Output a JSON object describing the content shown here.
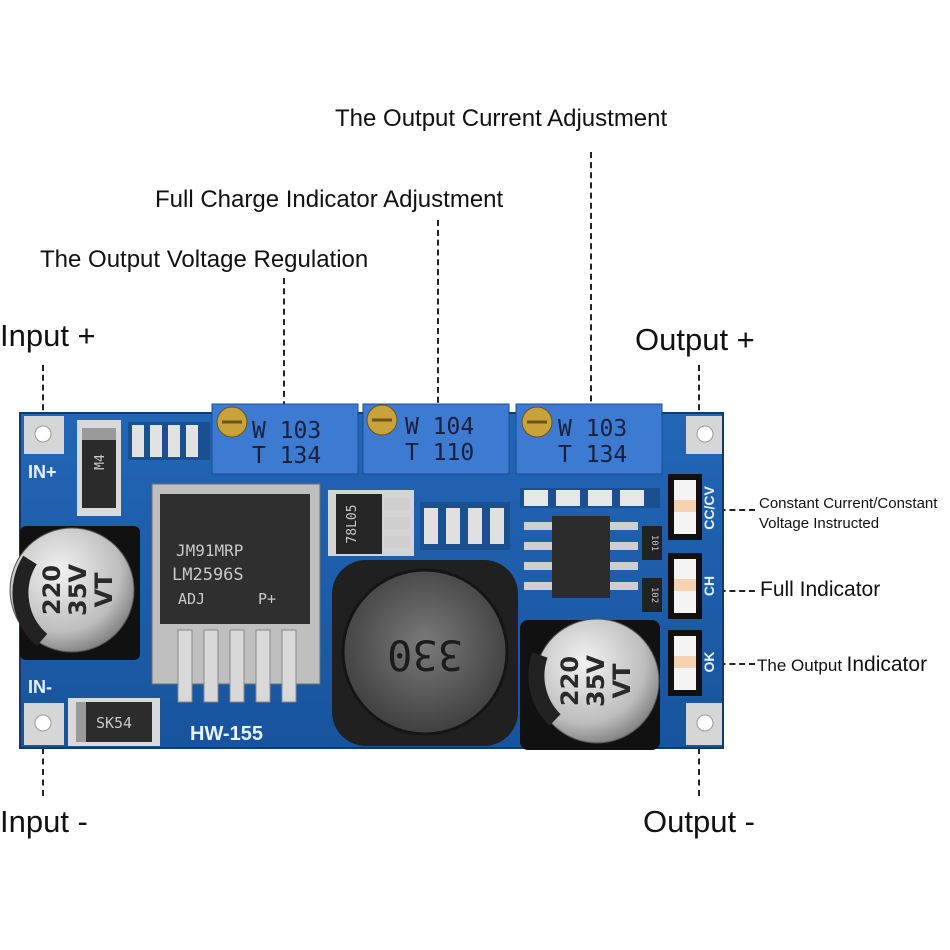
{
  "callouts": {
    "output_current_adjustment": "The Output Current Adjustment",
    "full_charge_indicator_adjustment": "Full Charge Indicator Adjustment",
    "output_voltage_regulation": "The Output Voltage Regulation",
    "input_plus": "Input +",
    "output_plus": "Output +",
    "input_minus": "Input -",
    "output_minus": "Output -",
    "cc_cv_line1": "Constant Current/Constant",
    "cc_cv_line2": "Voltage Instructed",
    "full_indicator": "Full Indicator",
    "output_indicator_prefix": "The Output",
    "output_indicator_suffix": "Indicator"
  },
  "board": {
    "model": "HW-155",
    "silk_in_plus": "IN+",
    "silk_in_minus": "IN-",
    "silk_cc_cv": "CC/CV",
    "silk_ch": "CH",
    "silk_ok": "OK",
    "diode_top": "M4",
    "diode_bottom": "SK54",
    "regulator_line1": "JM91MRP",
    "regulator_line2": "LM2596S",
    "regulator_line3": "ADJ",
    "regulator_line4": "P+",
    "ldo": "78L05",
    "inductor": "330",
    "cap_left_line1": "220",
    "cap_left_line2": "35V",
    "cap_left_line3": "VT",
    "cap_right_line1": "220",
    "cap_right_line2": "35V",
    "cap_right_line3": "VT",
    "pot1_line1": "W 103",
    "pot1_line2": "T 134",
    "pot2_line1": "W 104",
    "pot2_line2": "T 110",
    "pot3_line1": "W 103",
    "pot3_line2": "T 134",
    "resistor_101": "101",
    "resistor_102": "102"
  },
  "colors": {
    "pcb": "#1d5fae",
    "pcb_dark": "#154a8a",
    "pot": "#3a78d0",
    "pad": "#d9d9d9"
  }
}
